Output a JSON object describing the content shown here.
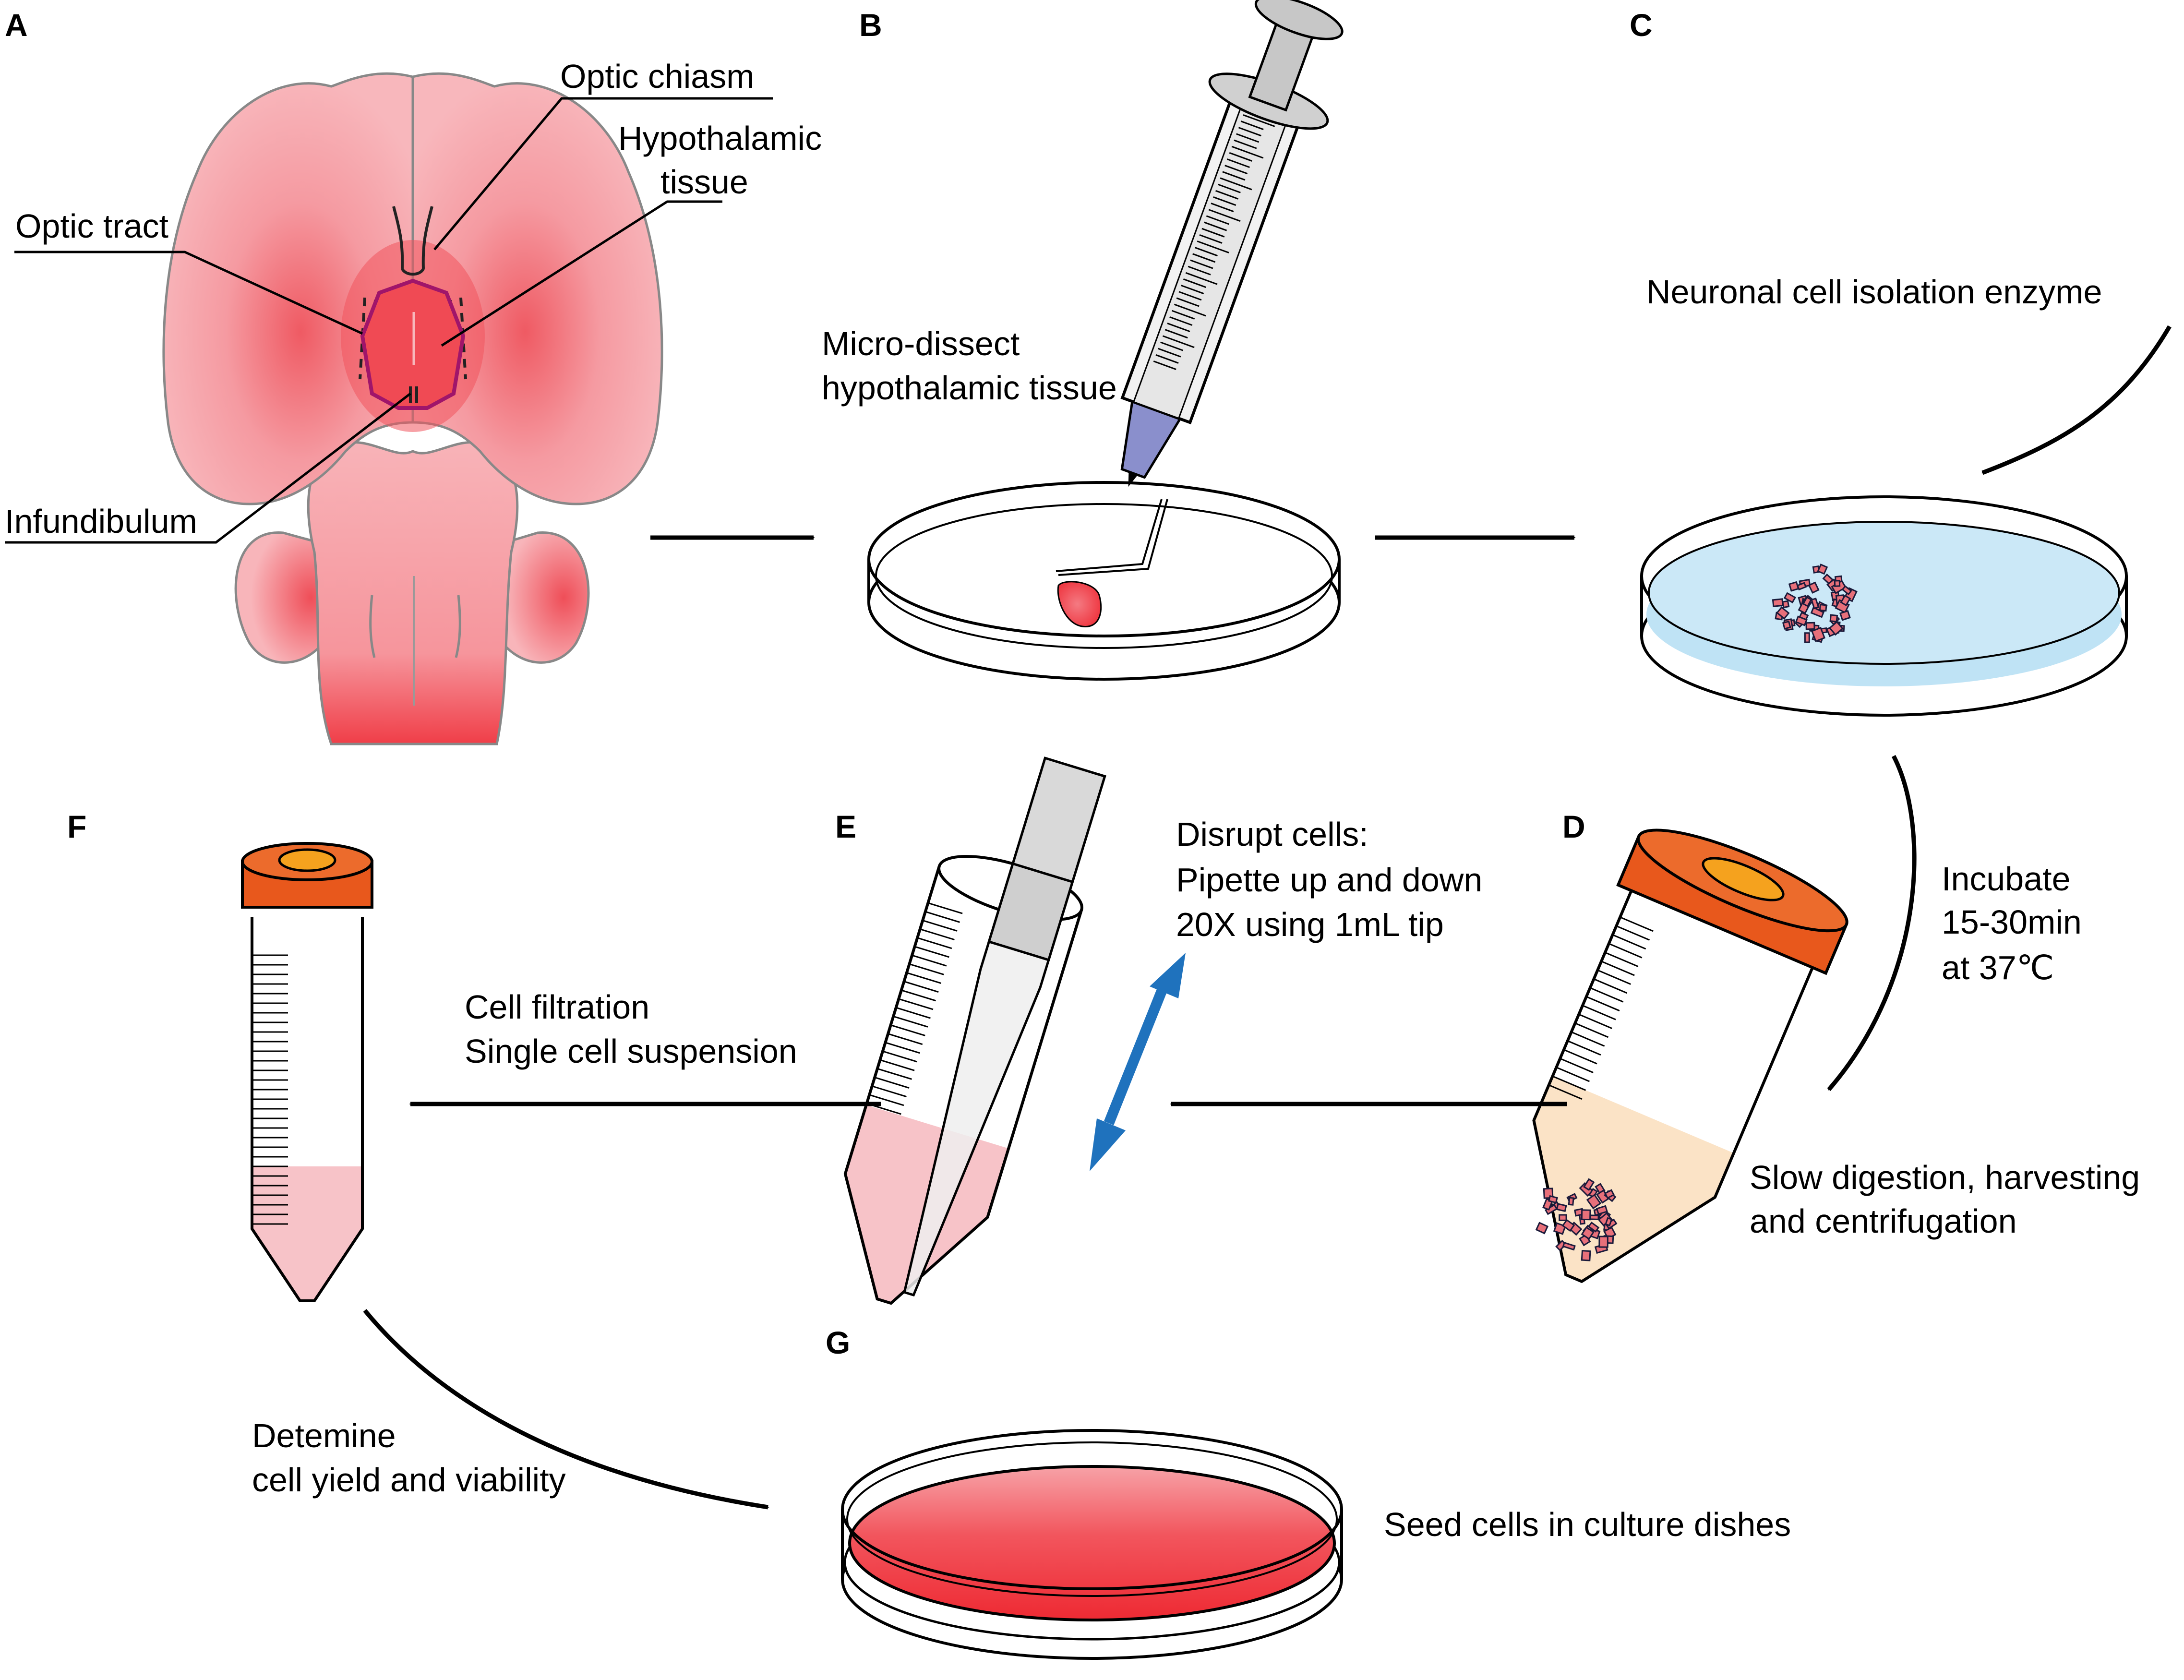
{
  "panels": {
    "a": "A",
    "b": "B",
    "c": "C",
    "d": "D",
    "e": "E",
    "f": "F",
    "g": "G"
  },
  "brain_labels": {
    "optic_chiasm": "Optic chiasm",
    "hypothalamic_line1": "Hypothalamic",
    "hypothalamic_line2": "tissue",
    "optic_tract": "Optic tract",
    "infundibulum": "Infundibulum"
  },
  "steps": {
    "b_line1": "Micro-dissect",
    "b_line2": "hypothalamic tissue",
    "c_enzyme": "Neuronal cell isolation enzyme",
    "incubate_line1": "Incubate",
    "incubate_line2": "15-30min",
    "incubate_line3": "at 37℃",
    "d_line1": "Slow digestion, harvesting",
    "d_line2": "and centrifugation",
    "e_line1": "Disrupt cells:",
    "e_line2": "Pipette up and down",
    "e_line3": "20X using 1mL tip",
    "f_line1": "Cell filtration",
    "f_line2": "Single cell suspension",
    "g_det_line1": "Detemine",
    "g_det_line2": "cell yield and viability",
    "g_seed": "Seed cells in  culture dishes"
  },
  "colors": {
    "brain_fill": "#f5a0a6",
    "brain_core": "#f03a45",
    "hypothalamus_outline": "#a0156a",
    "enzyme_blue": "#bfe3f5",
    "tube_cap": "#e8581c",
    "tube_cap_inner": "#f5a21e",
    "pink_liquid": "#f7c3c8",
    "beige_liquid": "#fbe3c6",
    "culture_red": "#f0333c",
    "needle_purple": "#8a8fcc",
    "arrow_blue": "#1f72bd"
  }
}
